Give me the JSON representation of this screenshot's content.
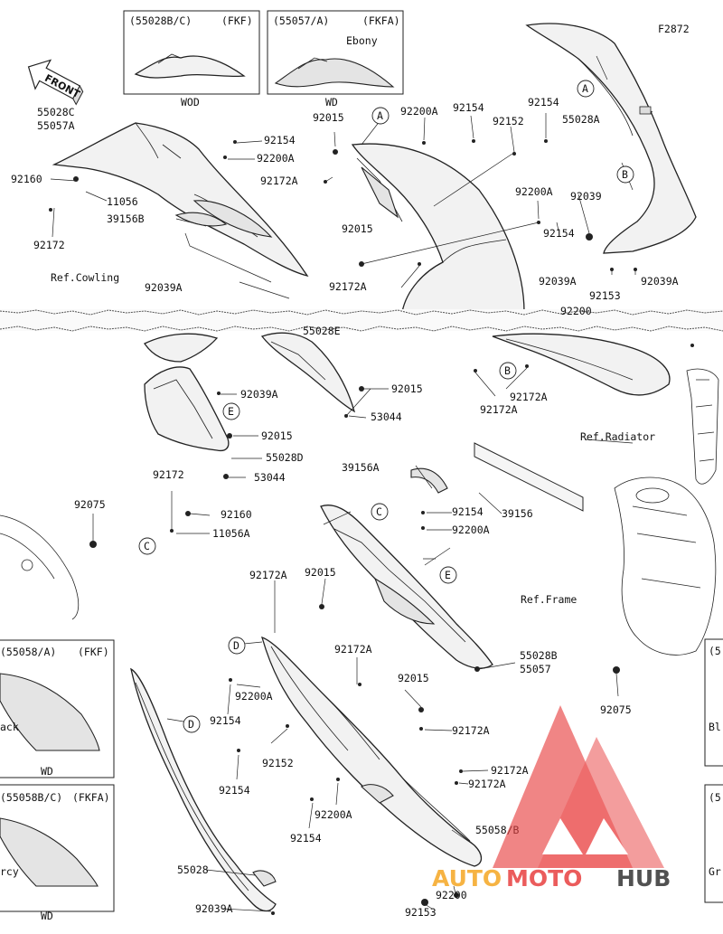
{
  "diagram_code": "F2872",
  "front_label": "FRONT",
  "brand_watermark": {
    "text_auto": "AUTO",
    "text_moto": "MOTO",
    "text_hub": "HUB",
    "color_red": "#e84040",
    "color_orange": "#f5a623",
    "color_dark": "#333333"
  },
  "insets": [
    {
      "code": "(55028B/C)",
      "variant": "(FKF)",
      "note": "",
      "color": "WOD"
    },
    {
      "code": "(55057/A)",
      "variant": "(FKFA)",
      "note": "Ebony",
      "color": "WD"
    },
    {
      "code": "(55058/A)",
      "variant": "(FKF)",
      "note": "ack",
      "color": "WD"
    },
    {
      "code": "(55058B/C)",
      "variant": "(FKFA)",
      "note": "rcy",
      "color": "WD"
    },
    {
      "code": "(5",
      "note": "Bl",
      "color": ""
    },
    {
      "code": "(5",
      "note": "Gr",
      "color": ""
    }
  ],
  "circle_refs": [
    "A",
    "A",
    "B",
    "B",
    "C",
    "C",
    "D",
    "D",
    "E",
    "E"
  ],
  "refs": {
    "cowling": "Ref.Cowling",
    "radiator": "Ref.Radiator",
    "frame": "Ref.Frame"
  },
  "parts": {
    "p55028C": "55028C",
    "p55057A": "55057A",
    "p92160_a": "92160",
    "p11056": "11056",
    "p39156B": "39156B",
    "p92172_a": "92172",
    "p92154_a": "92154",
    "p92200A_a": "92200A",
    "p92172A_a": "92172A",
    "p92015_a": "92015",
    "p92200A_b": "92200A",
    "p92154_b": "92154",
    "p92152_a": "92152",
    "p92154_c": "92154",
    "p55028A": "55028A",
    "p92200A_c": "92200A",
    "p92039": "92039",
    "p92015_b": "92015",
    "p92154_d": "92154",
    "p92172A_b": "92172A",
    "p92039A_a": "92039A",
    "p92039A_b": "92039A",
    "p92153_a": "92153",
    "p92039A_c": "92039A",
    "p55028E": "55028E",
    "p92039A_d": "92039A",
    "p92015_c": "92015",
    "p53044_a": "53044",
    "p92015_d": "92015",
    "p55028D": "55028D",
    "p53044_b": "53044",
    "p92172A_c": "92172A",
    "p92172A_d": "92172A",
    "p39156A": "39156A",
    "p39156": "39156",
    "p92172_b": "92172",
    "p92160_b": "92160",
    "p11056A": "11056A",
    "p92075_a": "92075",
    "p92154_e": "92154",
    "p92200A_d": "92200A",
    "p92172A_e": "92172A",
    "p92015_e": "92015",
    "p55028B": "55028B",
    "p55057": "55057",
    "p92172A_f": "92172A",
    "p92200A_e": "92200A",
    "p92154_f": "92154",
    "p92015_f": "92015",
    "p92172A_g": "92172A",
    "p92152_b": "92152",
    "p92154_g": "92154",
    "p92172A_h": "92172A",
    "p92172A_i": "92172A",
    "p92200A_f": "92200A",
    "p92154_h": "92154",
    "p55058B": "55058/B",
    "p55028": "55028",
    "p92039A_e": "92039A",
    "p92200": "92200",
    "p92153_b": "92153",
    "p92075_b": "92075",
    "p92200_partial": "92200"
  }
}
